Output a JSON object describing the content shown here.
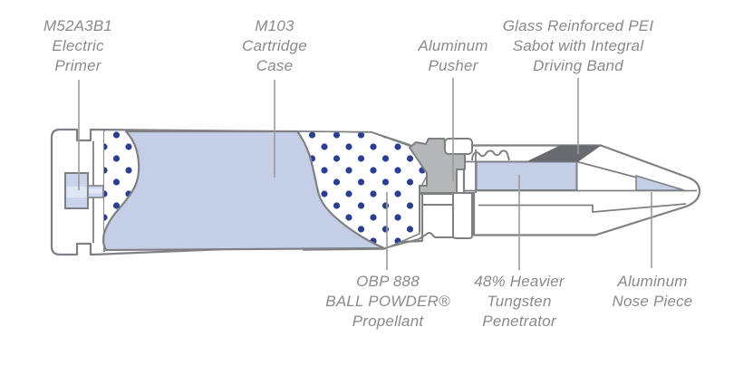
{
  "figure": {
    "type": "cutaway-ammunition-diagram",
    "labels": {
      "primer": {
        "lines": [
          "M52A3B1",
          "Electric",
          "Primer"
        ]
      },
      "cartridge_case": {
        "lines": [
          "M103",
          "Cartridge",
          "Case"
        ]
      },
      "pusher": {
        "lines": [
          "Aluminum",
          "Pusher"
        ]
      },
      "sabot": {
        "lines": [
          "Glass Reinforced PEI",
          "Sabot with Integral",
          "Driving Band"
        ]
      },
      "propellant": {
        "lines": [
          "OBP 888",
          "BALL POWDER®",
          "Propellant"
        ]
      },
      "penetrator": {
        "lines": [
          "48% Heavier",
          "Tungsten",
          "Penetrator"
        ]
      },
      "nose": {
        "lines": [
          "Aluminum",
          "Nose Piece"
        ]
      }
    }
  },
  "colors": {
    "blue": "#c4cee7",
    "blue_light": "#dfe6f4",
    "navy": "#2a3e92",
    "outline": "#7e8084",
    "pusher": "#b5b6b8",
    "band": "#696a6d",
    "label": "#8a8a8a",
    "leader": "#9b9b9b"
  }
}
